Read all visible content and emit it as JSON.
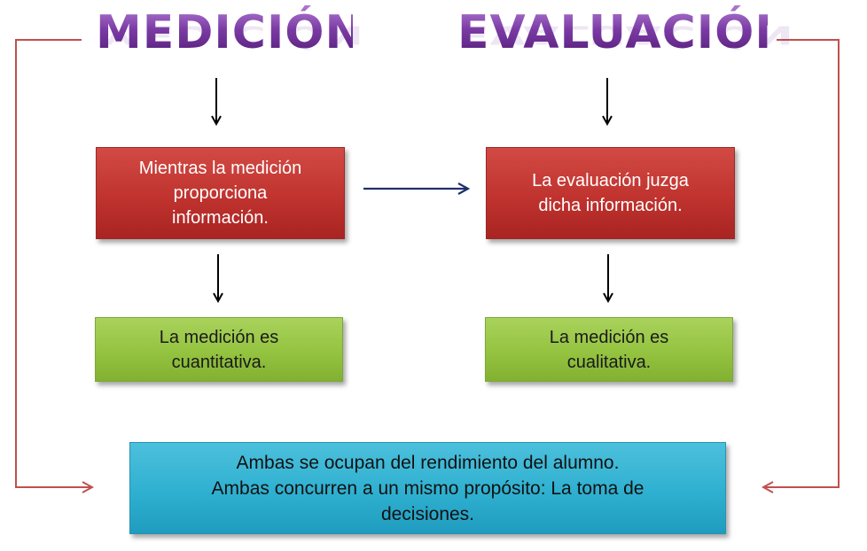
{
  "titles": {
    "left": "MEDICIÓN",
    "right": "EVALUACIÓN"
  },
  "boxes": {
    "medicion_info": "Mientras  la medición\nproporciona\ninformación.",
    "evaluacion_info": "La evaluación juzga\ndicha información.",
    "cuantitativa": "La medición es\ncuantitativa.",
    "cualitativa": "La medición es\ncualitativa.",
    "ambas": "Ambas se ocupan del rendimiento del alumno.\nAmbas concurren a un mismo propósito: La toma de\ndecisiones."
  },
  "colors": {
    "title_purple": "#6a2a90",
    "box_red": "#c0332f",
    "box_green": "#94c340",
    "box_cyan": "#2fb0d0",
    "arrow_black": "#000000",
    "arrow_navy": "#1f2f6e",
    "bracket_red": "#c0504d"
  }
}
